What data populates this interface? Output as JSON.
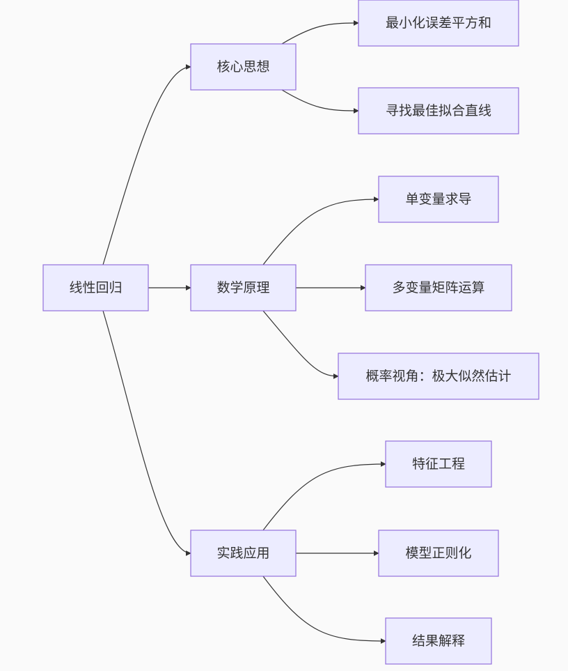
{
  "diagram": {
    "type": "flowchart-left-to-right",
    "colors": {
      "background": "#fafafa",
      "node_fill": "#ececff",
      "node_stroke": "#9370db",
      "edge": "#333333",
      "text": "#333333"
    },
    "nodes": {
      "root": {
        "label": "线性回归"
      },
      "core_idea": {
        "label": "核心思想"
      },
      "math": {
        "label": "数学原理"
      },
      "practice": {
        "label": "实践应用"
      },
      "min_sse": {
        "label": "最小化误差平方和"
      },
      "best_fit": {
        "label": "寻找最佳拟合直线"
      },
      "single_var": {
        "label": "单变量求导"
      },
      "multi_var": {
        "label": "多变量矩阵运算"
      },
      "mle": {
        "label": "概率视角：极大似然估计"
      },
      "feature_eng": {
        "label": "特征工程"
      },
      "regularization": {
        "label": "模型正则化"
      },
      "interpretation": {
        "label": "结果解释"
      }
    },
    "edges": [
      {
        "from": "root",
        "to": "core_idea"
      },
      {
        "from": "root",
        "to": "math"
      },
      {
        "from": "root",
        "to": "practice"
      },
      {
        "from": "core_idea",
        "to": "min_sse"
      },
      {
        "from": "core_idea",
        "to": "best_fit"
      },
      {
        "from": "math",
        "to": "single_var"
      },
      {
        "from": "math",
        "to": "multi_var"
      },
      {
        "from": "math",
        "to": "mle"
      },
      {
        "from": "practice",
        "to": "feature_eng"
      },
      {
        "from": "practice",
        "to": "regularization"
      },
      {
        "from": "practice",
        "to": "interpretation"
      }
    ]
  }
}
